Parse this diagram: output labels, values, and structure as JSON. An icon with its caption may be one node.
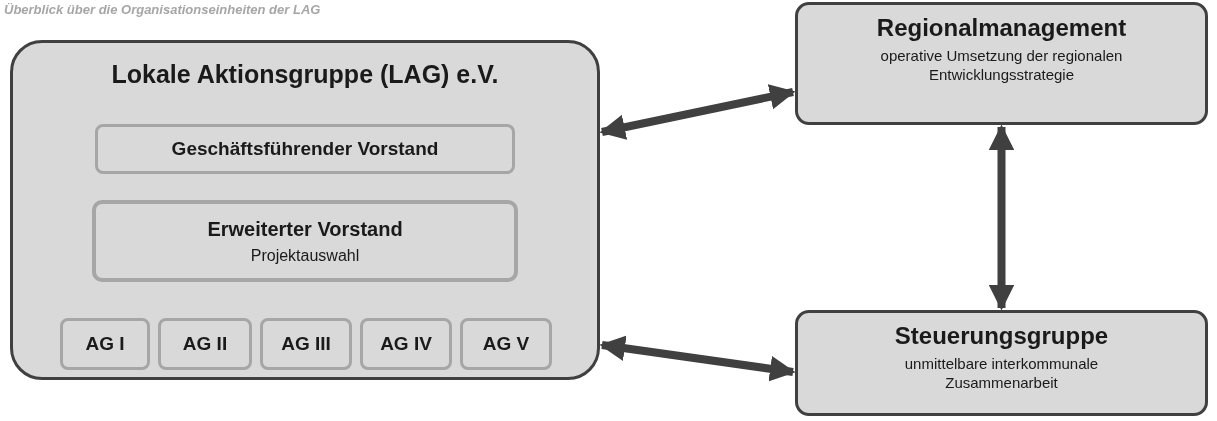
{
  "diagram": {
    "title": "Überblick über die Organisationseinheiten der LAG",
    "nodes": [
      {
        "text": [
          "Lokale Aktionsgruppe (LAG) e.V."
        ]
      },
      {
        "text": [
          "Geschäftsführender Vorstand"
        ],
        "in": 0
      },
      {
        "text": [
          "Erweiterter Vorstand",
          "Projektauswahl"
        ],
        "in": 0
      },
      {
        "text": [
          "AG I"
        ],
        "in": 0
      },
      {
        "text": [
          "AG II"
        ],
        "in": 0
      },
      {
        "text": [
          "AG III"
        ],
        "in": 0
      },
      {
        "text": [
          "AG IV"
        ],
        "in": 0
      },
      {
        "text": [
          "AG V"
        ],
        "in": 0
      },
      {
        "text": [
          "Regionalmanagement",
          "operative Umsetzung der regionalen Entwicklungsstrategie"
        ]
      },
      {
        "text": [
          "Steuerungsgruppe",
          "unmittelbare interkommunale Zusammenarbeit"
        ]
      }
    ],
    "edges": [
      {
        "from": 0,
        "to": 8,
        "arrow": "both"
      },
      {
        "from": 0,
        "to": 9,
        "arrow": "both"
      },
      {
        "from": 8,
        "to": 9,
        "arrow": "both"
      }
    ]
  }
}
